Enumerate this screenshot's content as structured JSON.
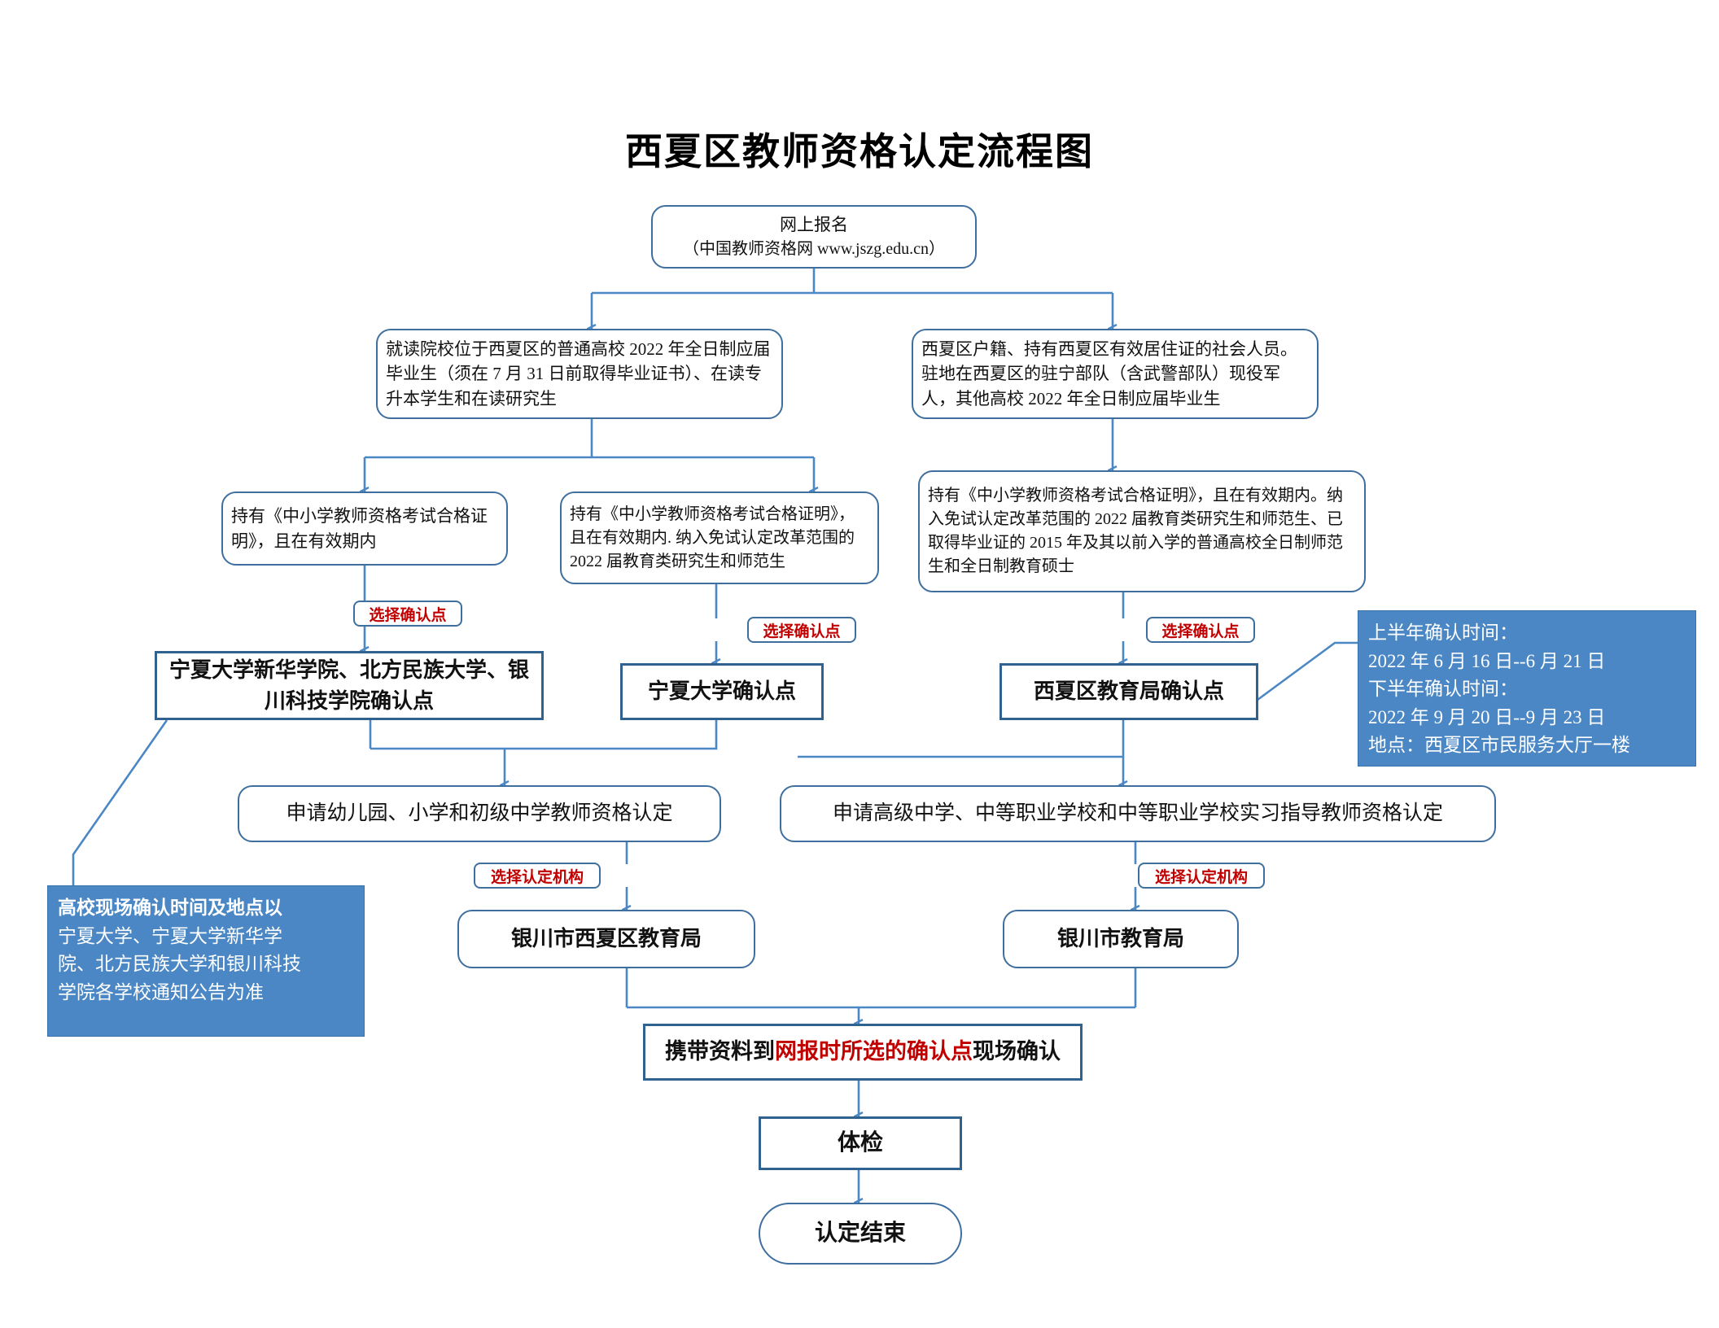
{
  "title": "西夏区教师资格认定流程图",
  "colors": {
    "line": "#4a87c4",
    "box_border": "#3f6f9e",
    "box_border_strong": "#2f628f",
    "annotation_red": "#c00000",
    "info_panel_bg": "#4a87c4",
    "info_panel_text": "#ffffff",
    "page_bg": "#ffffff"
  },
  "nodes": {
    "online_registration": {
      "line1": "网上报名",
      "line2": "（中国教师资格网 www.jszg.edu.cn）"
    },
    "cond_local_college": "就读院校位于西夏区的普通高校 2022 年全日制应届毕业生（须在 7 月 31 日前取得毕业证书）、在读专升本学生和在读研究生",
    "cond_household": "西夏区户籍、持有西夏区有效居住证的社会人员。驻地在西夏区的驻宁部队（含武警部队）现役军人，其他高校 2022 年全日制应届毕业生",
    "cert_basic": "持有《中小学教师资格考试合格证明》，且在有效期内",
    "cert_exempt": "持有《中小学教师资格考试合格证明》，且在有效期内. 纳入免试认定改革范围的 2022 届教育类研究生和师范生",
    "cert_full": "持有《中小学教师资格考试合格证明》，且在有效期内。纳入免试认定改革范围的 2022 届教育类研究生和师范生、已取得毕业证的 2015 年及其以前入学的普通高校全日制师范生和全日制教育硕士",
    "point_universities": "宁夏大学新华学院、北方民族大学、银川科技学院确认点",
    "point_ningxia_univ": "宁夏大学确认点",
    "point_xixia_bureau": "西夏区教育局确认点",
    "apply_lower": "申请幼儿园、小学和初级中学教师资格认定",
    "apply_upper": "申请高级中学、中等职业学校和中等职业学校实习指导教师资格认定",
    "org_xixia": "银川市西夏区教育局",
    "org_yinchuan": "银川市教育局",
    "onsite_confirm": {
      "prefix": "携带资料到",
      "highlight": "网报时所选的确认点",
      "suffix": "现场确认"
    },
    "medical_exam": "体检",
    "finish": "认定结束"
  },
  "annotations": {
    "choose_point_1": "选择确认点",
    "choose_point_2": "选择确认点",
    "choose_point_3": "选择确认点",
    "choose_org_1": "选择认定机构",
    "choose_org_2": "选择认定机构"
  },
  "info_panels": {
    "confirm_schedule": {
      "line1": "上半年确认时间：",
      "line2": "2022 年 6 月 16 日--6 月 21 日",
      "line3": "下半年确认时间：",
      "line4": "2022 年 9 月 20 日--9 月 23 日",
      "line5": "地点：西夏区市民服务大厅一楼"
    },
    "college_notice": {
      "line1": "高校现场确认时间及地点以",
      "line2": "宁夏大学、宁夏大学新华学",
      "line3": "院、北方民族大学和银川科技",
      "line4": "学院各学校通知公告为准"
    }
  }
}
